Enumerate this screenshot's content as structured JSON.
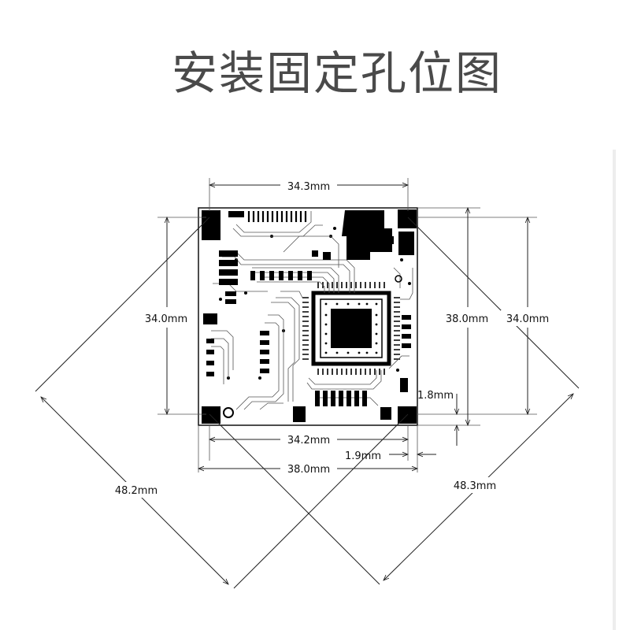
{
  "title": "安装固定孔位图",
  "dimensions": {
    "top_hole_span": "34.3mm",
    "left_hole_span": "34.0mm",
    "right_board_height": "38.0mm",
    "right_hole_span": "34.0mm",
    "hole_offset_vertical": "1.8mm",
    "bottom_hole_span": "34.2mm",
    "hole_offset_horizontal": "1.9mm",
    "board_width": "38.0mm",
    "diagonal_left": "48.2mm",
    "diagonal_right": "48.3mm"
  },
  "colors": {
    "title": "#4a4a4a",
    "pcb_black": "#000000",
    "background": "#ffffff"
  }
}
